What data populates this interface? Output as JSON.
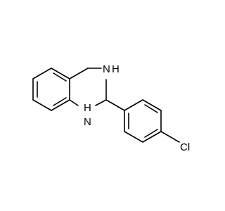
{
  "molecule": {
    "atoms": {
      "n_upper": {
        "element": "N",
        "hydrogen": "H",
        "color": "#000000"
      },
      "n_lower": {
        "element": "N",
        "hydrogen": "H",
        "color": "#000000"
      },
      "chlorine": {
        "element": "Cl",
        "color": "#000000"
      }
    }
  }
}
